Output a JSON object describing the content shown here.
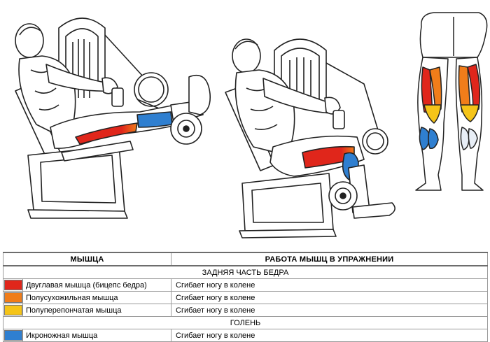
{
  "colors": {
    "red": "#e0261b",
    "orange": "#f07d1a",
    "yellow": "#f5c418",
    "blue": "#2f7fd0"
  },
  "table": {
    "headers": {
      "muscle": "МЫШЦА",
      "work": "РАБОТА МЫШЦ В УПРАЖНЕНИИ"
    },
    "sections": [
      {
        "title": "ЗАДНЯЯ ЧАСТЬ БЕДРА",
        "rows": [
          {
            "color": "red",
            "muscle": "Двуглавая мышца (бицепс бедра)",
            "action": "Сгибает ногу в колене"
          },
          {
            "color": "orange",
            "muscle": "Полусухожильная мышца",
            "action": "Сгибает ногу в колене"
          },
          {
            "color": "yellow",
            "muscle": "Полуперепончатая мышца",
            "action": "Сгибает ногу в колене"
          }
        ]
      },
      {
        "title": "ГОЛЕНЬ",
        "rows": [
          {
            "color": "blue",
            "muscle": "Икроножная мышца",
            "action": "Сгибает ногу в колене"
          }
        ]
      }
    ]
  }
}
